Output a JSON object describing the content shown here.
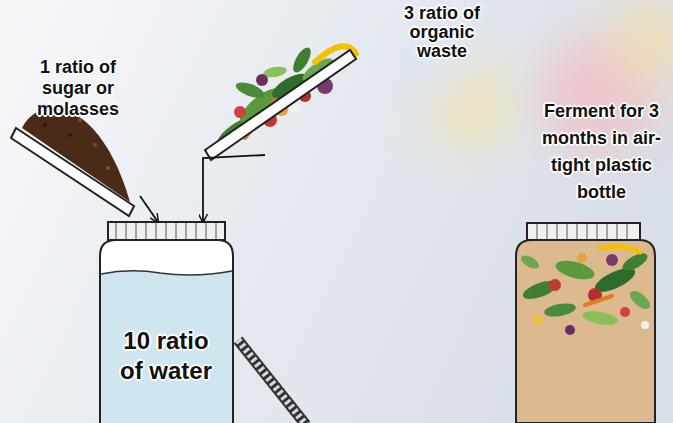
{
  "diagram": {
    "nodes": [
      {
        "text": [
          "1 ratio of sugar or molasses"
        ]
      },
      {
        "text": [
          "3 ratio of organic waste"
        ]
      },
      {
        "text": [
          "10 ratio of water"
        ]
      },
      {
        "text": [
          "Ferment for 3 months in air-tight plastic bottle"
        ]
      }
    ],
    "edges": [
      {
        "from": 0,
        "to": 2,
        "arrow": "to"
      },
      {
        "from": 1,
        "to": 2,
        "arrow": "to"
      }
    ]
  }
}
